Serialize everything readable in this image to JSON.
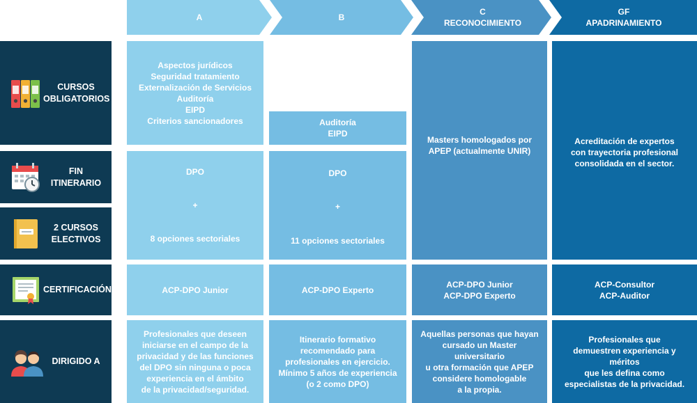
{
  "colors": {
    "col_a": "#8fd0ec",
    "col_b": "#75bde3",
    "col_c": "#4a92c4",
    "col_gf": "#0e6aa3",
    "row_label": "#0e3a53"
  },
  "headers": {
    "a": "A",
    "b": "B",
    "c_line1": "C",
    "c_line2": "RECONOCIMIENTO",
    "gf_line1": "GF",
    "gf_line2": "APADRINAMIENTO"
  },
  "rows": {
    "cursos_obligatorios": {
      "label": "CURSOS\nOBLIGATORIOS",
      "icon": "binders-icon"
    },
    "fin_itinerario": {
      "label": "FIN\nITINERARIO",
      "icon": "calendar-clock-icon"
    },
    "cursos_electivos": {
      "label": "2 CURSOS\nELECTIVOS",
      "icon": "folder-icon"
    },
    "certificacion": {
      "label": "CERTIFICACIÓN",
      "icon": "certificate-icon"
    },
    "dirigido_a": {
      "label": "DIRIGIDO A",
      "icon": "people-icon"
    }
  },
  "cells": {
    "a_obligatorios": "Aspectos jurídicos\nSeguridad tratamiento\nExternalización de Servicios\nAuditoría\nEIPD\nCriterios sancionadores",
    "b_obligatorios": "Auditoría\nEIPD",
    "a_dpo": "DPO",
    "a_plus": "+",
    "a_opciones": "8 opciones sectoriales",
    "b_dpo": "DPO",
    "b_plus": "+",
    "b_opciones": "11 opciones sectoriales",
    "c_masters": "Masters homologados por\nAPEP (actualmente UNIR)",
    "gf_acreditacion": "Acreditación de expertos\ncon trayectoria profesional\nconsolidada en el sector.",
    "a_cert": "ACP-DPO Junior",
    "b_cert": "ACP-DPO Experto",
    "c_cert": "ACP-DPO Junior\nACP-DPO Experto",
    "gf_cert": "ACP-Consultor\nACP-Auditor",
    "a_dirigido": "Profesionales que deseen\niniciarse en el campo de la\nprivacidad y de las funciones\ndel DPO sin ninguna o poca\nexperiencia en el ámbito\nde la privacidad/seguridad.",
    "b_dirigido": "Itinerario formativo\nrecomendado para\nprofesionales en ejercicio.\nMínimo 5 años de experiencia\n(o 2 como DPO)",
    "c_dirigido": "Aquellas personas que hayan\ncursado un Master\nuniversitario\nu otra formación que APEP\nconsidere homologable\na la propia.",
    "gf_dirigido": "Profesionales que\ndemuestren experiencia y\nméritos\nque les defina como\nespecialistas de la privacidad."
  }
}
